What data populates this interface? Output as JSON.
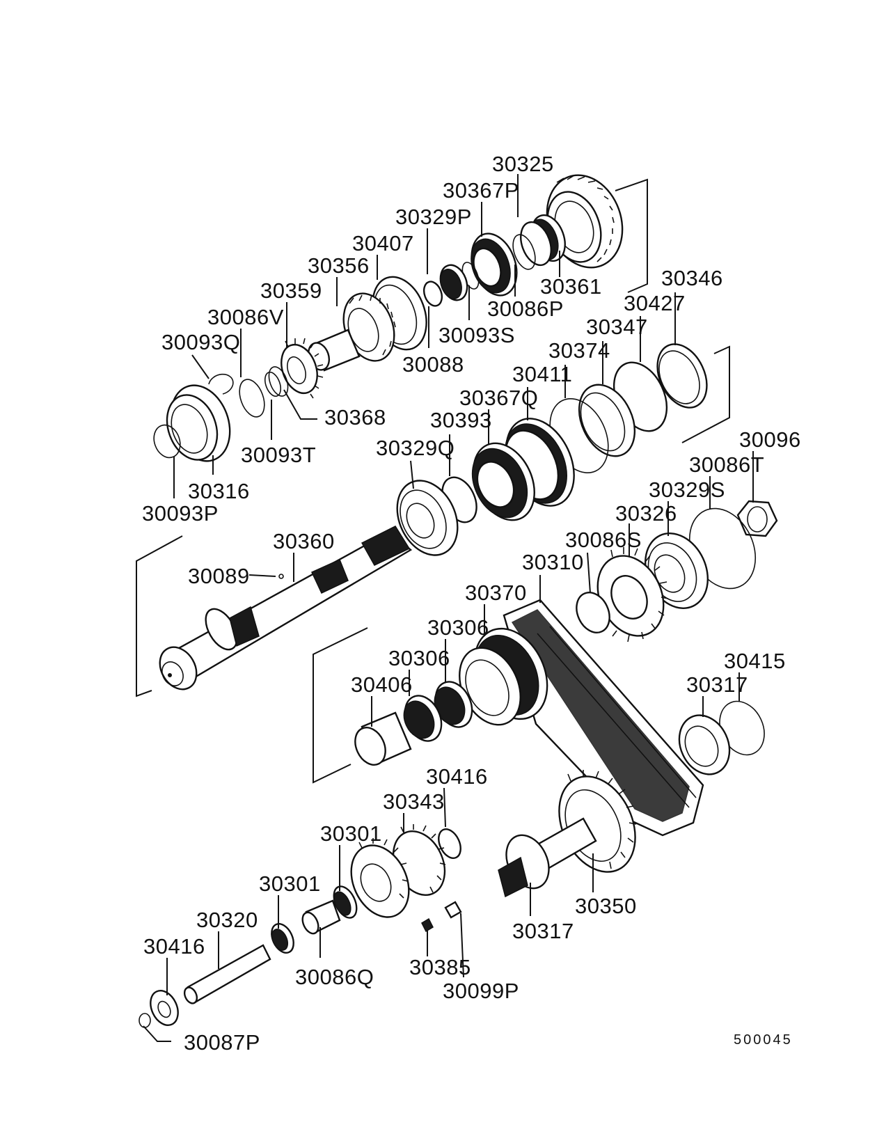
{
  "diagram": {
    "labels": [
      {
        "id": "p30325",
        "text": "30325"
      },
      {
        "id": "p30367P",
        "text": "30367P"
      },
      {
        "id": "p30329P",
        "text": "30329P"
      },
      {
        "id": "p30407",
        "text": "30407"
      },
      {
        "id": "p30356",
        "text": "30356"
      },
      {
        "id": "p30359",
        "text": "30359"
      },
      {
        "id": "p30086V",
        "text": "30086V"
      },
      {
        "id": "p30093Q",
        "text": "30093Q"
      },
      {
        "id": "p30361",
        "text": "30361"
      },
      {
        "id": "p30086P",
        "text": "30086P"
      },
      {
        "id": "p30093S",
        "text": "30093S"
      },
      {
        "id": "p30088",
        "text": "30088"
      },
      {
        "id": "p30368",
        "text": "30368"
      },
      {
        "id": "p30093T",
        "text": "30093T"
      },
      {
        "id": "p30316",
        "text": "30316"
      },
      {
        "id": "p30093P",
        "text": "30093P"
      },
      {
        "id": "p30346",
        "text": "30346"
      },
      {
        "id": "p30427",
        "text": "30427"
      },
      {
        "id": "p30347",
        "text": "30347"
      },
      {
        "id": "p30374",
        "text": "30374"
      },
      {
        "id": "p30411",
        "text": "30411"
      },
      {
        "id": "p30367Q",
        "text": "30367Q"
      },
      {
        "id": "p30393",
        "text": "30393"
      },
      {
        "id": "p30329Q",
        "text": "30329Q"
      },
      {
        "id": "p30096",
        "text": "30096"
      },
      {
        "id": "p30086T",
        "text": "30086T"
      },
      {
        "id": "p30329S",
        "text": "30329S"
      },
      {
        "id": "p30326",
        "text": "30326"
      },
      {
        "id": "p30086S",
        "text": "30086S"
      },
      {
        "id": "p30310",
        "text": "30310"
      },
      {
        "id": "p30360",
        "text": "30360"
      },
      {
        "id": "p30089",
        "text": "30089"
      },
      {
        "id": "p30370",
        "text": "30370"
      },
      {
        "id": "p30306a",
        "text": "30306"
      },
      {
        "id": "p30306b",
        "text": "30306"
      },
      {
        "id": "p30406",
        "text": "30406"
      },
      {
        "id": "p30415",
        "text": "30415"
      },
      {
        "id": "p30317a",
        "text": "30317"
      },
      {
        "id": "p30416a",
        "text": "30416"
      },
      {
        "id": "p30343",
        "text": "30343"
      },
      {
        "id": "p30301a",
        "text": "30301"
      },
      {
        "id": "p30301b",
        "text": "30301"
      },
      {
        "id": "p30320",
        "text": "30320"
      },
      {
        "id": "p30416b",
        "text": "30416"
      },
      {
        "id": "p30086Q",
        "text": "30086Q"
      },
      {
        "id": "p30385",
        "text": "30385"
      },
      {
        "id": "p30099P",
        "text": "30099P"
      },
      {
        "id": "p30317b",
        "text": "30317"
      },
      {
        "id": "p30350",
        "text": "30350"
      },
      {
        "id": "p30087P",
        "text": "30087P"
      }
    ],
    "figure_code": "500045"
  }
}
